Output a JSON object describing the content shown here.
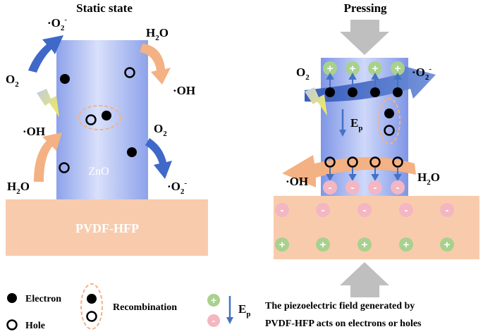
{
  "left": {
    "title": "Static state",
    "layer_label": "PVDF-HFP",
    "crystal_label": "ZnO",
    "labels": {
      "o2_top": "O",
      "o2_top_sub": "2",
      "superoxide_top": "·O",
      "superoxide_top_sub": "2",
      "superoxide_top_sup": "-",
      "h2o_top": "H",
      "h2o_top_sub": "2",
      "h2o_top_tail": "O",
      "oh_top": "·OH",
      "oh_left": "·OH",
      "h2o_left": "H",
      "h2o_left_sub": "2",
      "h2o_left_tail": "O",
      "o2_right": "O",
      "o2_right_sub": "2",
      "superoxide_right": "·O",
      "superoxide_right_sub": "2",
      "superoxide_right_sup": "-"
    }
  },
  "right": {
    "title": "Pressing",
    "labels": {
      "o2": "O",
      "o2_sub": "2",
      "superoxide": "·O",
      "superoxide_sub": "2",
      "superoxide_sup": "-",
      "ep": "E",
      "ep_sub": "p",
      "oh": "·OH",
      "h2o": "H",
      "h2o_sub": "2",
      "h2o_tail": "O"
    },
    "plus_sign": "+",
    "minus_sign": "-"
  },
  "legend": {
    "electron": "Electron",
    "hole": "Hole",
    "recombination": "Recombination",
    "ep": "E",
    "ep_sub": "p",
    "plus_sign": "+",
    "minus_sign": "-",
    "description_line1": "The piezoelectric field generated by",
    "description_line2": "PVDF-HFP acts on electrons or holes"
  },
  "colors": {
    "pvdf_fill": "#f8cbad",
    "zno_blue": "#8fa6ea",
    "blue_arrow": "#4472c4",
    "orange_arrow": "#f4b183",
    "gray_arrow": "#bfbfbf",
    "plus_fill": "#a9d18e",
    "minus_fill": "#f4b6c2",
    "dash_ring": "#f4b183"
  }
}
